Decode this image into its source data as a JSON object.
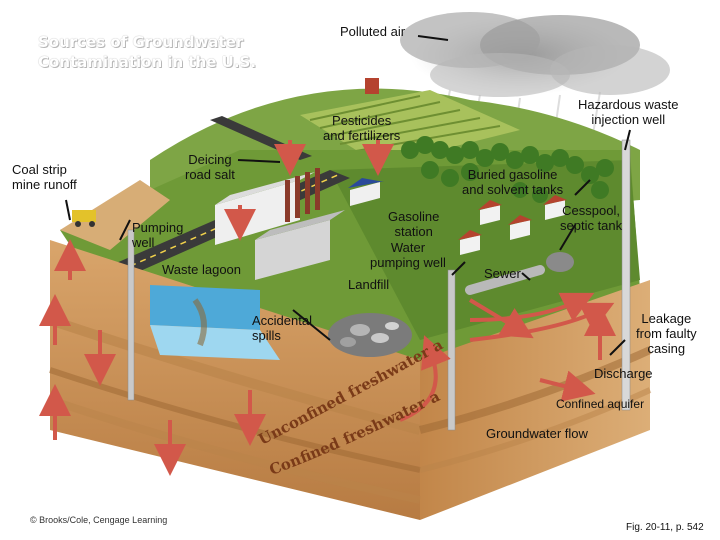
{
  "title": {
    "line1": "Sources of Groundwater",
    "line2": "Contamination in the U.S."
  },
  "labels": {
    "polluted_air": "Polluted air",
    "hazardous_waste": [
      "Hazardous waste",
      "injection well"
    ],
    "pesticides": [
      "Pesticides",
      "and fertilizers"
    ],
    "coal_strip": [
      "Coal strip",
      "mine runoff"
    ],
    "deicing": [
      "Deicing",
      "road salt"
    ],
    "buried_gasoline": [
      "Buried gasoline",
      "and solvent tanks"
    ],
    "cesspool": [
      "Cesspool,",
      "septic tank"
    ],
    "pumping_well": [
      "Pumping",
      "well"
    ],
    "gasoline_station": [
      "Gasoline",
      "station"
    ],
    "water_pumping_well": [
      "Water",
      "pumping well"
    ],
    "sewer": "Sewer",
    "waste_lagoon": "Waste lagoon",
    "landfill": "Landfill",
    "accidental_spills": [
      "Accidental",
      "spills"
    ],
    "leakage": [
      "Leakage",
      "from faulty",
      "casing"
    ],
    "discharge": "Discharge",
    "unconfined_aquifer": "Unconfined freshwater aquifer",
    "confined_aquifer_curved": "Confined freshwater aquifer",
    "confined_aquifer": "Confined aquifer",
    "groundwater_flow": "Groundwater flow"
  },
  "credit": "© Brooks/Cole, Cengage Learning",
  "figure_ref": "Fig. 20-11, p. 542",
  "colors": {
    "surface_green": "#5f8f2f",
    "soil_tan": "#d4a268",
    "soil_dark": "#a8733c",
    "water_blue": "#5fb7e0",
    "arrow_red": "#d2584a",
    "pipe_gray": "#c9c9c9"
  }
}
